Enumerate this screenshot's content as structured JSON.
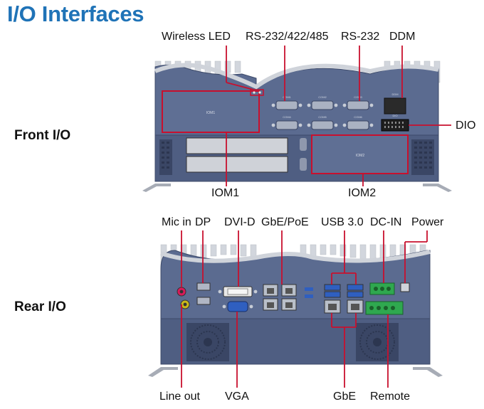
{
  "title": "I/O Interfaces",
  "front": {
    "section_label": "Front I/O",
    "labels": {
      "wireless_led": "Wireless LED",
      "rs232_422_485": "RS-232/422/485",
      "rs232": "RS-232",
      "ddm": "DDM",
      "dio": "DIO",
      "iom1": "IOM1",
      "iom2": "IOM2"
    },
    "panel_text": {
      "iom1": "IOM1",
      "iom2": "IOM2",
      "com1": "COM1",
      "com2": "COM2",
      "com3": "COM3",
      "com4": "COM4",
      "com5": "COM5",
      "com6": "COM6",
      "ddm": "DDM",
      "dio": "DIO"
    }
  },
  "rear": {
    "section_label": "Rear I/O",
    "labels": {
      "mic_in": "Mic in",
      "dp": "DP",
      "dvi_d": "DVI-D",
      "gbe_poe": "GbE/PoE",
      "usb3": "USB 3.0",
      "dc_in": "DC-IN",
      "power": "Power",
      "line_out": "Line out",
      "vga": "VGA",
      "gbe": "GbE",
      "remote": "Remote"
    }
  },
  "colors": {
    "title": "#1f73b7",
    "callout": "#c8102e",
    "chassis": "#5a6a8e",
    "chassis_dark": "#3e4b6b",
    "heatsink": "#cfd3da"
  }
}
